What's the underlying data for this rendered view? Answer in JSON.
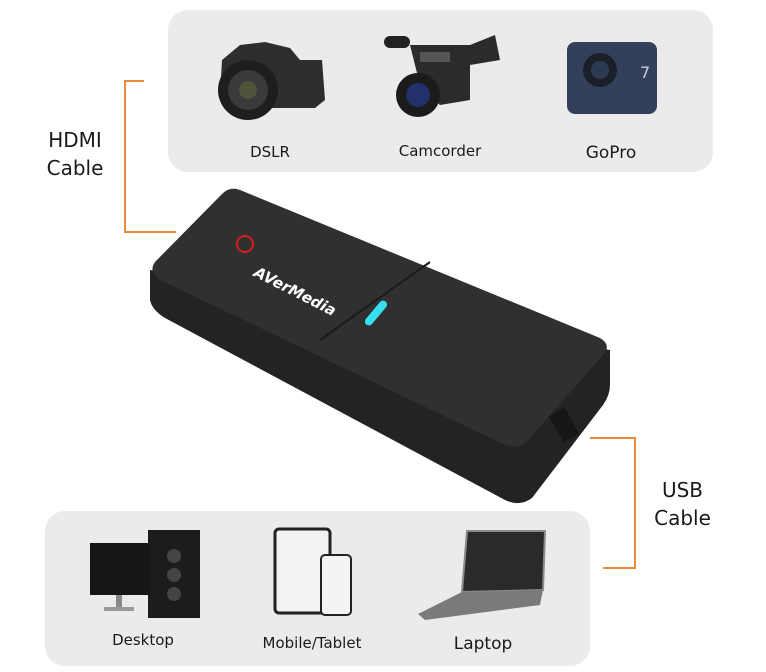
{
  "sources": {
    "items": [
      {
        "label": "DSLR",
        "icon": "dslr-camera-icon"
      },
      {
        "label": "Camcorder",
        "icon": "camcorder-icon"
      },
      {
        "label": "GoPro",
        "icon": "gopro-camera-icon"
      }
    ]
  },
  "hdmi": {
    "line1": "HDMI",
    "line2": "Cable"
  },
  "device": {
    "brand": "AVerMedia",
    "led_color": "#35e0f0"
  },
  "usb": {
    "line1": "USB",
    "line2": "Cable"
  },
  "targets": {
    "items": [
      {
        "label": "Desktop",
        "icon": "desktop-pc-icon"
      },
      {
        "label": "Mobile/Tablet",
        "icon": "mobile-tablet-icon"
      },
      {
        "label": "Laptop",
        "icon": "laptop-icon"
      }
    ]
  },
  "colors": {
    "accent": "#e98a3a",
    "panel": "#ebebeb",
    "device": "#2a2a2a"
  }
}
